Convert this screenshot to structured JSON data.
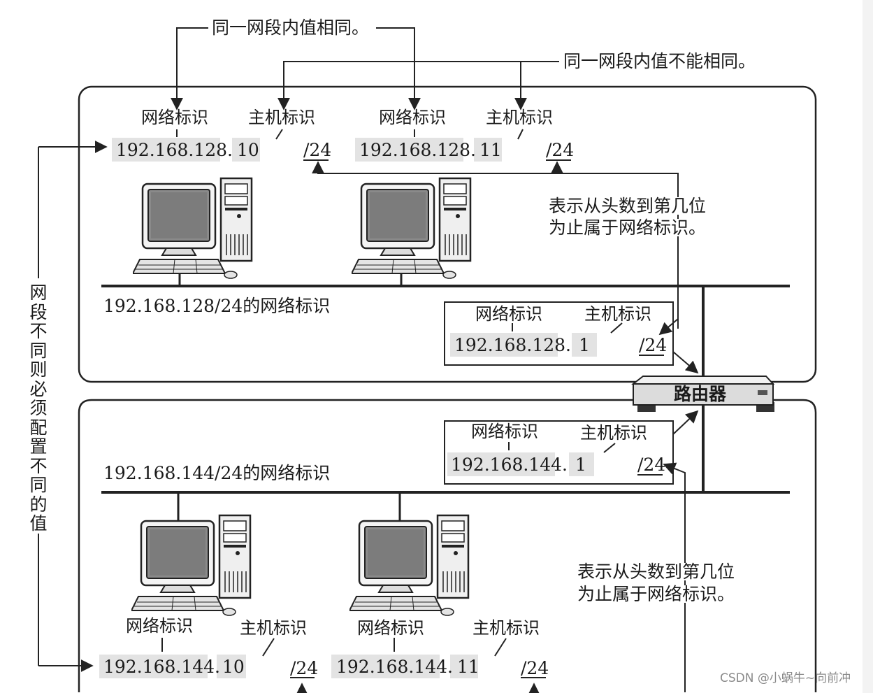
{
  "top_annotations": {
    "same_within_segment": "同一网段内值相同。",
    "not_same_within_segment": "同一网段内值不能相同。"
  },
  "labels": {
    "network_id": "网络标识",
    "host_id": "主机标识",
    "router": "路由器"
  },
  "side_note": "网段不同则必须配置不同的值",
  "prefix_note": {
    "line1": "表示从头数到第几位",
    "line2": "为止属于网络标识。"
  },
  "segments": [
    {
      "caption": "192.168.128/24的网络标识",
      "hosts": [
        {
          "network": "192.168.128.",
          "host": "10",
          "prefix": "/24"
        },
        {
          "network": "192.168.128.",
          "host": "11",
          "prefix": "/24"
        }
      ],
      "router_interface": {
        "network": "192.168.128.",
        "host": "1",
        "prefix": "/24"
      }
    },
    {
      "caption": "192.168.144/24的网络标识",
      "hosts": [
        {
          "network": "192.168.144.",
          "host": "10",
          "prefix": "/24"
        },
        {
          "network": "192.168.144.",
          "host": "11",
          "prefix": "/24"
        }
      ],
      "router_interface": {
        "network": "192.168.144.",
        "host": "1",
        "prefix": "/24"
      }
    }
  ],
  "watermark": "CSDN @小蜗牛~向前冲"
}
